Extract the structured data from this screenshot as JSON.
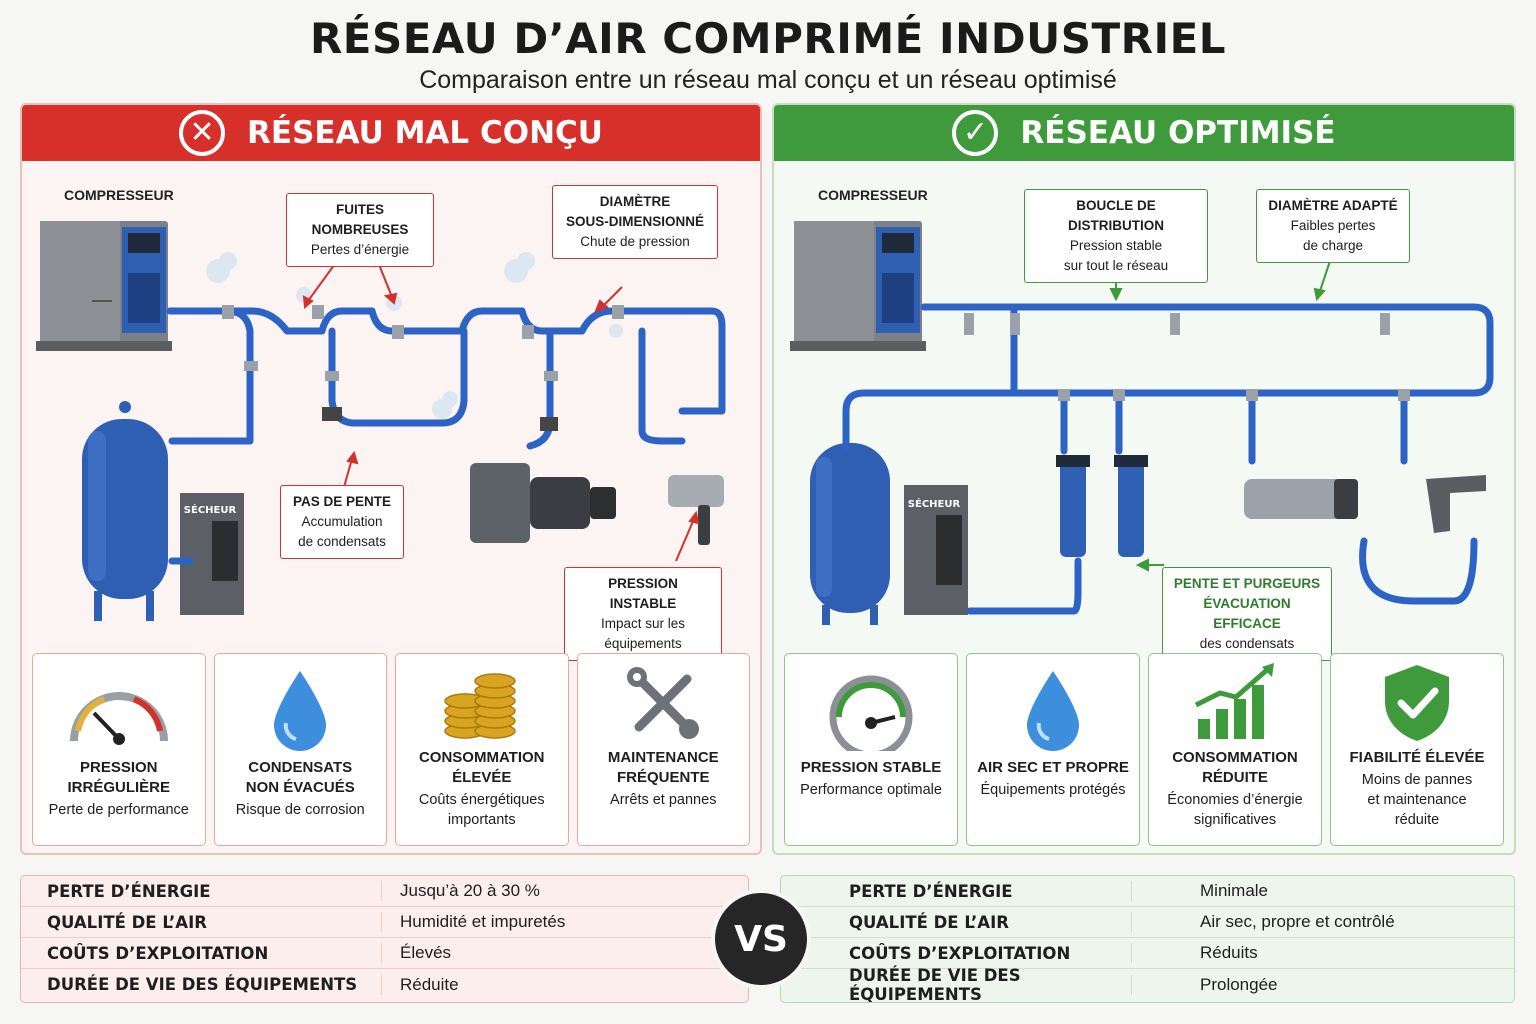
{
  "header": {
    "title": "RÉSEAU D’AIR COMPRIMÉ INDUSTRIEL",
    "subtitle": "Comparaison entre un réseau mal conçu et un réseau optimisé"
  },
  "bad_panel": {
    "title": "RÉSEAU MAL CONÇU",
    "icon": "x-circle-icon",
    "color": "#d7302a",
    "compressor_label": "COMPRESSEUR",
    "dryer_label": "SÉCHEUR",
    "callouts": [
      {
        "title": "FUITES NOMBREUSES",
        "text": "Pertes d’énergie"
      },
      {
        "title": "DIAMÈTRE",
        "title2": "SOUS-DIMENSIONNÉ",
        "text": "Chute de pression"
      },
      {
        "title": "PAS DE PENTE",
        "text": "Accumulation",
        "text2": "de condensats"
      },
      {
        "title": "PRESSION INSTABLE",
        "text": "Impact sur les",
        "text2": "équipements"
      }
    ],
    "cards": [
      {
        "title": "PRESSION IRRÉGULIÈRE",
        "text": "Perte de performance",
        "icon": "gauge-icon"
      },
      {
        "title": "CONDENSATS",
        "title2": "NON ÉVACUÉS",
        "text": "Risque de corrosion",
        "icon": "water-drop-icon"
      },
      {
        "title": "CONSOMMATION",
        "title2": "ÉLEVÉE",
        "text": "Coûts énergétiques",
        "text2": "importants",
        "icon": "coins-icon"
      },
      {
        "title": "MAINTENANCE",
        "title2": "FRÉQUENTE",
        "text": "Arrêts et pannes",
        "icon": "tools-icon"
      }
    ]
  },
  "good_panel": {
    "title": "RÉSEAU OPTIMISÉ",
    "icon": "check-circle-icon",
    "color": "#3f9a3c",
    "compressor_label": "COMPRESSEUR",
    "dryer_label": "SÉCHEUR",
    "callouts": [
      {
        "title": "BOUCLE DE DISTRIBUTION",
        "text": "Pression stable",
        "text2": "sur tout le réseau"
      },
      {
        "title": "DIAMÈTRE ADAPTÉ",
        "text": "Faibles pertes",
        "text2": "de charge"
      },
      {
        "title": "PENTE ET PURGEURS",
        "title2": "ÉVACUATION EFFICACE",
        "text": "des condensats"
      }
    ],
    "cards": [
      {
        "title": "PRESSION STABLE",
        "text": "Performance optimale",
        "icon": "gauge-icon"
      },
      {
        "title": "AIR SEC ET PROPRE",
        "text": "Équipements protégés",
        "icon": "water-drop-icon"
      },
      {
        "title": "CONSOMMATION",
        "title2": "RÉDUITE",
        "text": "Économies d’énergie",
        "text2": "significatives",
        "icon": "growth-chart-icon"
      },
      {
        "title": "FIABILITÉ ÉLEVÉE",
        "text": "Moins de pannes",
        "text2": "et maintenance",
        "text3": "réduite",
        "icon": "shield-check-icon"
      }
    ]
  },
  "comparison": {
    "vs": "VS",
    "bad_rows": [
      {
        "key": "PERTE D’ÉNERGIE",
        "value": "Jusqu’à 20 à 30 %"
      },
      {
        "key": "QUALITÉ DE L’AIR",
        "value": "Humidité et impuretés"
      },
      {
        "key": "COÛTS D’EXPLOITATION",
        "value": "Élevés"
      },
      {
        "key": "DURÉE DE VIE DES ÉQUIPEMENTS",
        "value": "Réduite"
      }
    ],
    "good_rows": [
      {
        "key": "PERTE D’ÉNERGIE",
        "value": "Minimale"
      },
      {
        "key": "QUALITÉ DE L’AIR",
        "value": "Air sec, propre et contrôlé"
      },
      {
        "key": "COÛTS D’EXPLOITATION",
        "value": "Réduits"
      },
      {
        "key": "DURÉE DE VIE DES ÉQUIPEMENTS",
        "value": "Prolongée"
      }
    ]
  }
}
